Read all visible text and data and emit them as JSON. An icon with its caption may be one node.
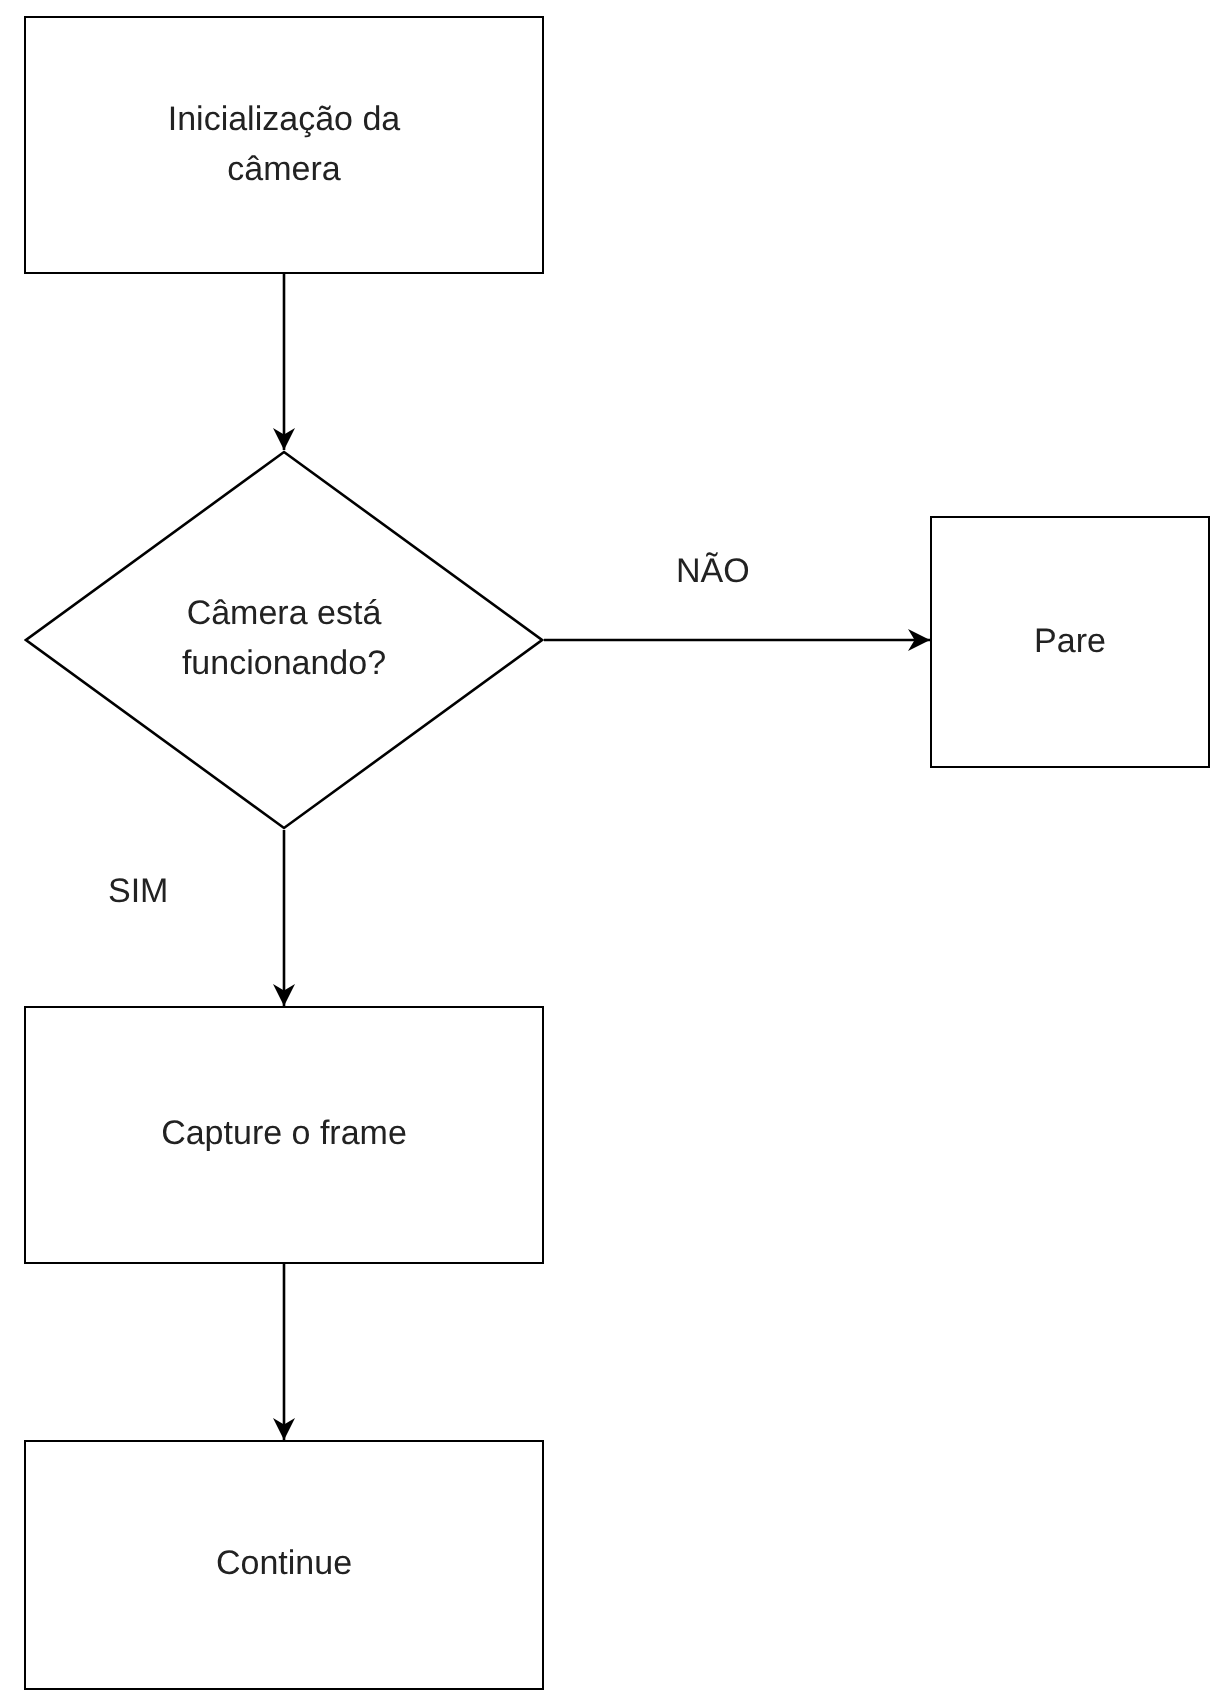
{
  "diagram": {
    "nodes": [
      {
        "text": [
          "Inicialização da câmera"
        ]
      },
      {
        "text": [
          "Câmera está funcionando?"
        ]
      },
      {
        "text": [
          "Pare"
        ]
      },
      {
        "text": [
          "Capture o frame"
        ]
      },
      {
        "text": [
          "Continue"
        ]
      }
    ],
    "edges": [
      {
        "from": 0,
        "to": 1,
        "arrow": "to"
      },
      {
        "from": 1,
        "to": 2,
        "arrow": "to",
        "label": "NÃO"
      },
      {
        "from": 1,
        "to": 3,
        "arrow": "to",
        "label": "SIM"
      },
      {
        "from": 3,
        "to": 4,
        "arrow": "to"
      }
    ]
  }
}
